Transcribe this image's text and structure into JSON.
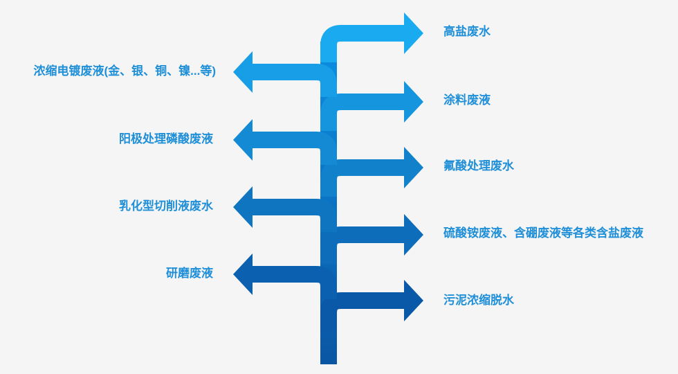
{
  "diagram": {
    "colors": {
      "text": "#1f8fd8",
      "trunk_dark": "#0a56a3",
      "trunk_light": "#0c8fe3",
      "arrow_light": "#19aaf0",
      "arrow_dark": "#0a59a8"
    },
    "left_branches": [
      {
        "label": "浓缩电镀废液(金、银、铜、镍...等)"
      },
      {
        "label": "阳极处理磷酸废液"
      },
      {
        "label": "乳化型切削液废水"
      },
      {
        "label": "研磨废液"
      }
    ],
    "right_branches": [
      {
        "label": "高盐废水"
      },
      {
        "label": "涂料废液"
      },
      {
        "label": "氟酸处理废水"
      },
      {
        "label": "硫酸铵废液、含硼废液等各类含盐废液"
      },
      {
        "label": "污泥浓缩脱水"
      }
    ]
  }
}
